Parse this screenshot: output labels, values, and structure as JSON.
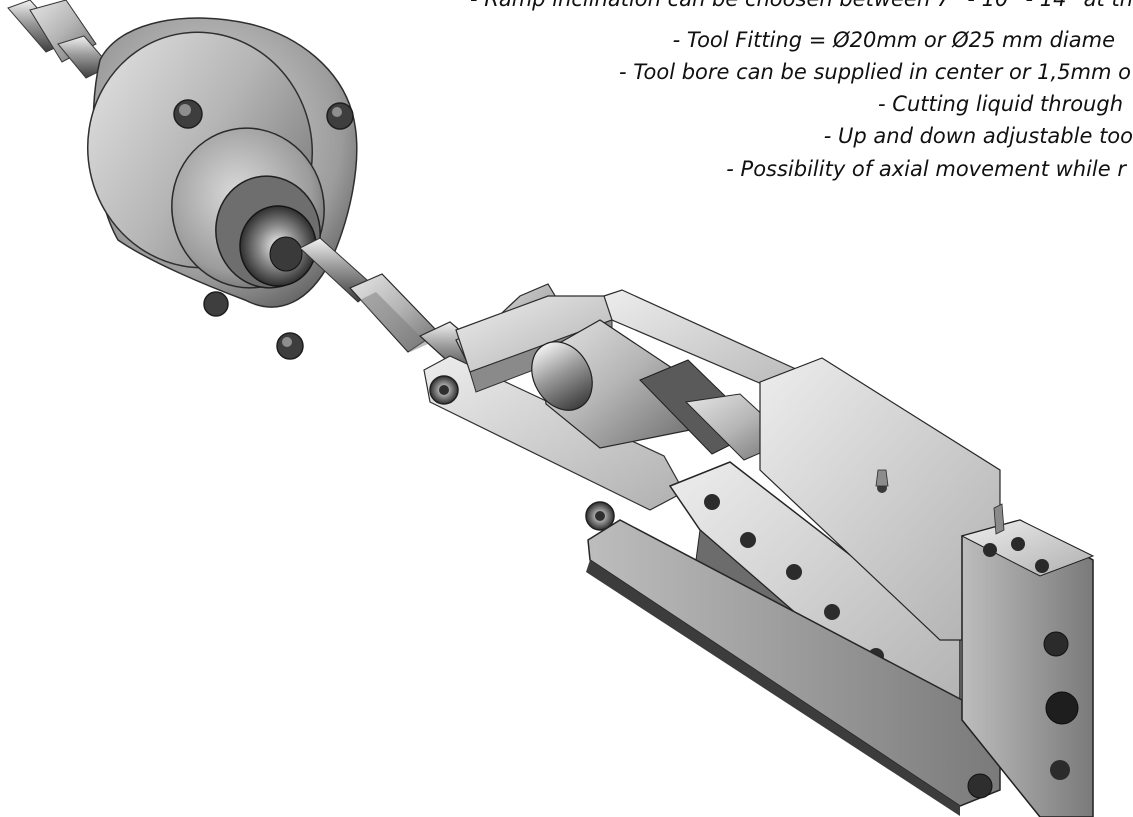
{
  "specs": [
    "- Ramp inclination can be choosen between 7° - 10° - 14° at th",
    "- Tool Fitting = Ø20mm or Ø25 mm diame",
    "- Tool bore can be supplied in center or 1,5mm o",
    "- Cutting liquid through",
    "- Up and down adjustable too",
    "- Possibility of axial movement while r"
  ],
  "colors": {
    "background": "#ffffff",
    "text": "#111111",
    "metal_light": "#d9d9d9",
    "metal_mid": "#a8a8a8",
    "metal_dark": "#4a4a4a"
  }
}
